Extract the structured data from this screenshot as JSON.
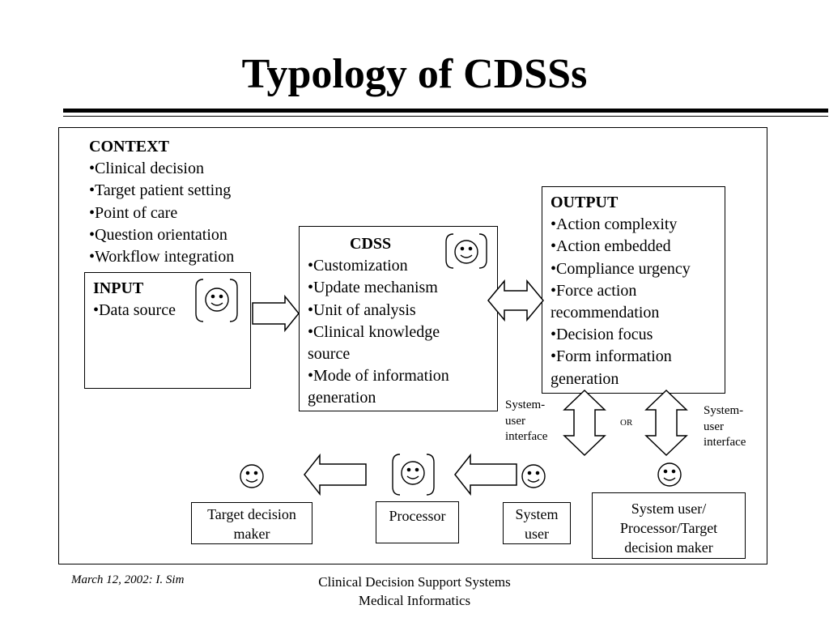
{
  "title": "Typology of CDSSs",
  "context": {
    "heading": "CONTEXT",
    "items": [
      "Clinical decision",
      "Target patient setting",
      "Point of care",
      "Question orientation",
      "Workflow integration"
    ]
  },
  "input": {
    "heading": "INPUT",
    "items": [
      "Data source"
    ]
  },
  "cdss": {
    "heading": "CDSS",
    "items": [
      "Customization",
      "Update mechanism",
      "Unit of analysis",
      "Clinical knowledge source",
      "Mode of information generation"
    ]
  },
  "output": {
    "heading": "OUTPUT",
    "items": [
      "Action complexity",
      "Action embedded",
      "Compliance urgency",
      "Force action recommendation",
      "Decision focus",
      "Form information generation"
    ]
  },
  "interface_left": "System-user interface",
  "interface_right": "System-user interface",
  "or_label": "OR",
  "roles": {
    "target_decision_maker": "Target decision maker",
    "processor": "Processor",
    "system_user": "System user",
    "combined": "System user/ Processor/Target decision maker"
  },
  "footer": {
    "left": "March 12,  2002: I. Sim",
    "center_line1": "Clinical Decision Support Systems",
    "center_line2": "Medical Informatics"
  },
  "bullet": "•"
}
